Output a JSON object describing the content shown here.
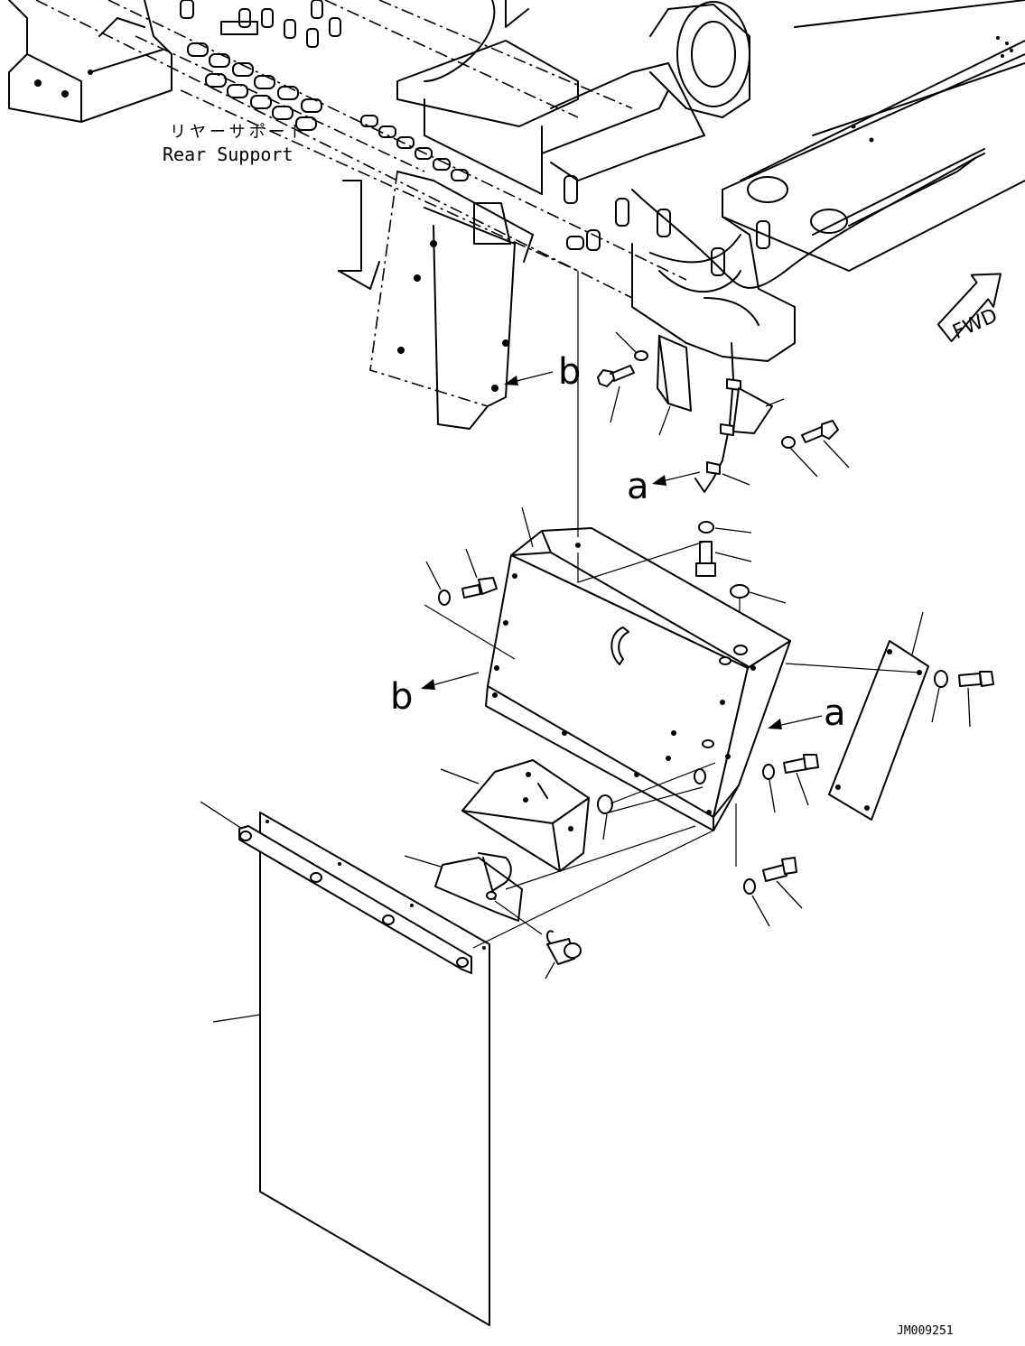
{
  "labels": {
    "rear_support_jp": "リヤーサポート",
    "rear_support_en": "Rear Support",
    "fwd": "FWD",
    "view_a_top": "a",
    "view_b_top": "b",
    "view_a_bottom": "a",
    "view_b_bottom": "b",
    "drawing_id": "JM009251"
  }
}
